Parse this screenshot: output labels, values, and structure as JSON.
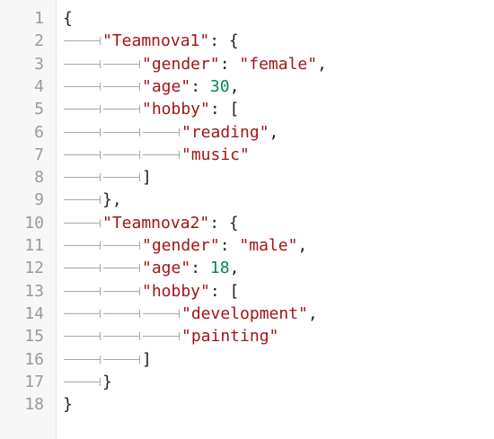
{
  "lines": [
    {
      "num": "1",
      "indent": 0,
      "tokens": [
        {
          "t": "{",
          "c": "punc"
        }
      ]
    },
    {
      "num": "2",
      "indent": 1,
      "tokens": [
        {
          "t": "\"Teamnova1\"",
          "c": "str"
        },
        {
          "t": ": {",
          "c": "punc"
        }
      ]
    },
    {
      "num": "3",
      "indent": 2,
      "tokens": [
        {
          "t": "\"gender\"",
          "c": "str"
        },
        {
          "t": ": ",
          "c": "punc"
        },
        {
          "t": "\"female\"",
          "c": "str"
        },
        {
          "t": ",",
          "c": "punc"
        }
      ]
    },
    {
      "num": "4",
      "indent": 2,
      "tokens": [
        {
          "t": "\"age\"",
          "c": "str"
        },
        {
          "t": ": ",
          "c": "punc"
        },
        {
          "t": "30",
          "c": "num"
        },
        {
          "t": ",",
          "c": "punc"
        }
      ]
    },
    {
      "num": "5",
      "indent": 2,
      "tokens": [
        {
          "t": "\"hobby\"",
          "c": "str"
        },
        {
          "t": ": [",
          "c": "punc"
        }
      ]
    },
    {
      "num": "6",
      "indent": 3,
      "tokens": [
        {
          "t": "\"reading\"",
          "c": "str"
        },
        {
          "t": ",",
          "c": "punc"
        }
      ]
    },
    {
      "num": "7",
      "indent": 3,
      "tokens": [
        {
          "t": "\"music\"",
          "c": "str"
        }
      ]
    },
    {
      "num": "8",
      "indent": 2,
      "tokens": [
        {
          "t": "]",
          "c": "punc"
        }
      ]
    },
    {
      "num": "9",
      "indent": 1,
      "tokens": [
        {
          "t": "},",
          "c": "punc"
        }
      ]
    },
    {
      "num": "10",
      "indent": 1,
      "tokens": [
        {
          "t": "\"Teamnova2\"",
          "c": "str"
        },
        {
          "t": ": {",
          "c": "punc"
        }
      ]
    },
    {
      "num": "11",
      "indent": 2,
      "tokens": [
        {
          "t": "\"gender\"",
          "c": "str"
        },
        {
          "t": ": ",
          "c": "punc"
        },
        {
          "t": "\"male\"",
          "c": "str"
        },
        {
          "t": ",",
          "c": "punc"
        }
      ]
    },
    {
      "num": "12",
      "indent": 2,
      "tokens": [
        {
          "t": "\"age\"",
          "c": "str"
        },
        {
          "t": ": ",
          "c": "punc"
        },
        {
          "t": "18",
          "c": "num"
        },
        {
          "t": ",",
          "c": "punc"
        }
      ]
    },
    {
      "num": "13",
      "indent": 2,
      "tokens": [
        {
          "t": "\"hobby\"",
          "c": "str"
        },
        {
          "t": ": [",
          "c": "punc"
        }
      ]
    },
    {
      "num": "14",
      "indent": 3,
      "tokens": [
        {
          "t": "\"development\"",
          "c": "str"
        },
        {
          "t": ",",
          "c": "punc"
        }
      ]
    },
    {
      "num": "15",
      "indent": 3,
      "tokens": [
        {
          "t": "\"painting\"",
          "c": "str"
        }
      ]
    },
    {
      "num": "16",
      "indent": 2,
      "tokens": [
        {
          "t": "]",
          "c": "punc"
        }
      ]
    },
    {
      "num": "17",
      "indent": 1,
      "tokens": [
        {
          "t": "}",
          "c": "punc"
        }
      ]
    },
    {
      "num": "18",
      "indent": 0,
      "tokens": [
        {
          "t": "}",
          "c": "punc"
        }
      ]
    }
  ],
  "colors": {
    "string": "#a31515",
    "number": "#098658",
    "punctuation": "#222222",
    "line_number": "#9a9a9a",
    "tab_marker": "#a8a8a8"
  }
}
